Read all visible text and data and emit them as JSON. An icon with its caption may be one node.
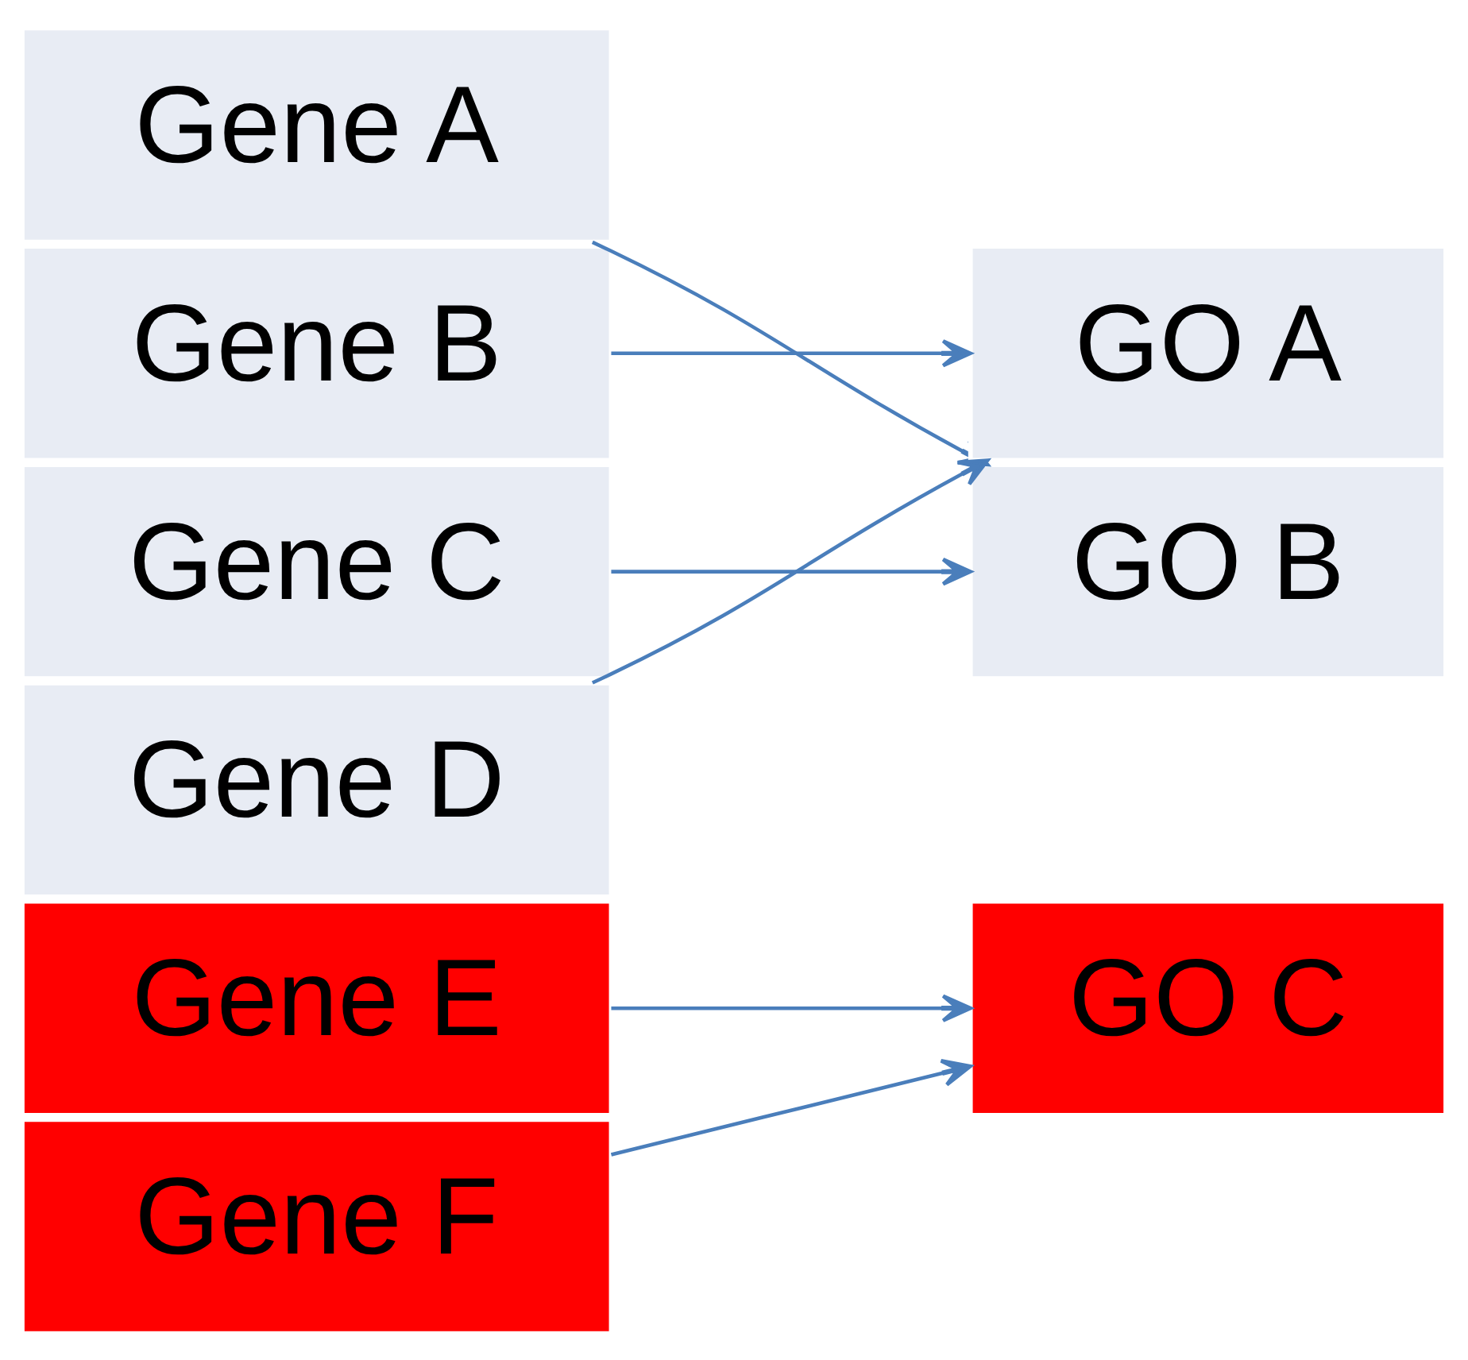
{
  "diagram": {
    "nodes": [
      {
        "text": [
          "Gene A"
        ]
      },
      {
        "text": [
          "Gene B"
        ]
      },
      {
        "text": [
          "Gene C"
        ]
      },
      {
        "text": [
          "Gene D"
        ]
      },
      {
        "text": [
          "Gene E"
        ]
      },
      {
        "text": [
          "Gene F"
        ]
      },
      {
        "text": [
          "GO A"
        ]
      },
      {
        "text": [
          "GO B"
        ]
      },
      {
        "text": [
          "GO C"
        ]
      }
    ],
    "edges": [
      {
        "from": 0,
        "to": 7,
        "arrow": "to"
      },
      {
        "from": 1,
        "to": 6,
        "arrow": "to"
      },
      {
        "from": 2,
        "to": 7,
        "arrow": "to"
      },
      {
        "from": 3,
        "to": 6,
        "arrow": "to"
      },
      {
        "from": 4,
        "to": 8,
        "arrow": "to"
      },
      {
        "from": 5,
        "to": 8,
        "arrow": "to"
      }
    ]
  }
}
